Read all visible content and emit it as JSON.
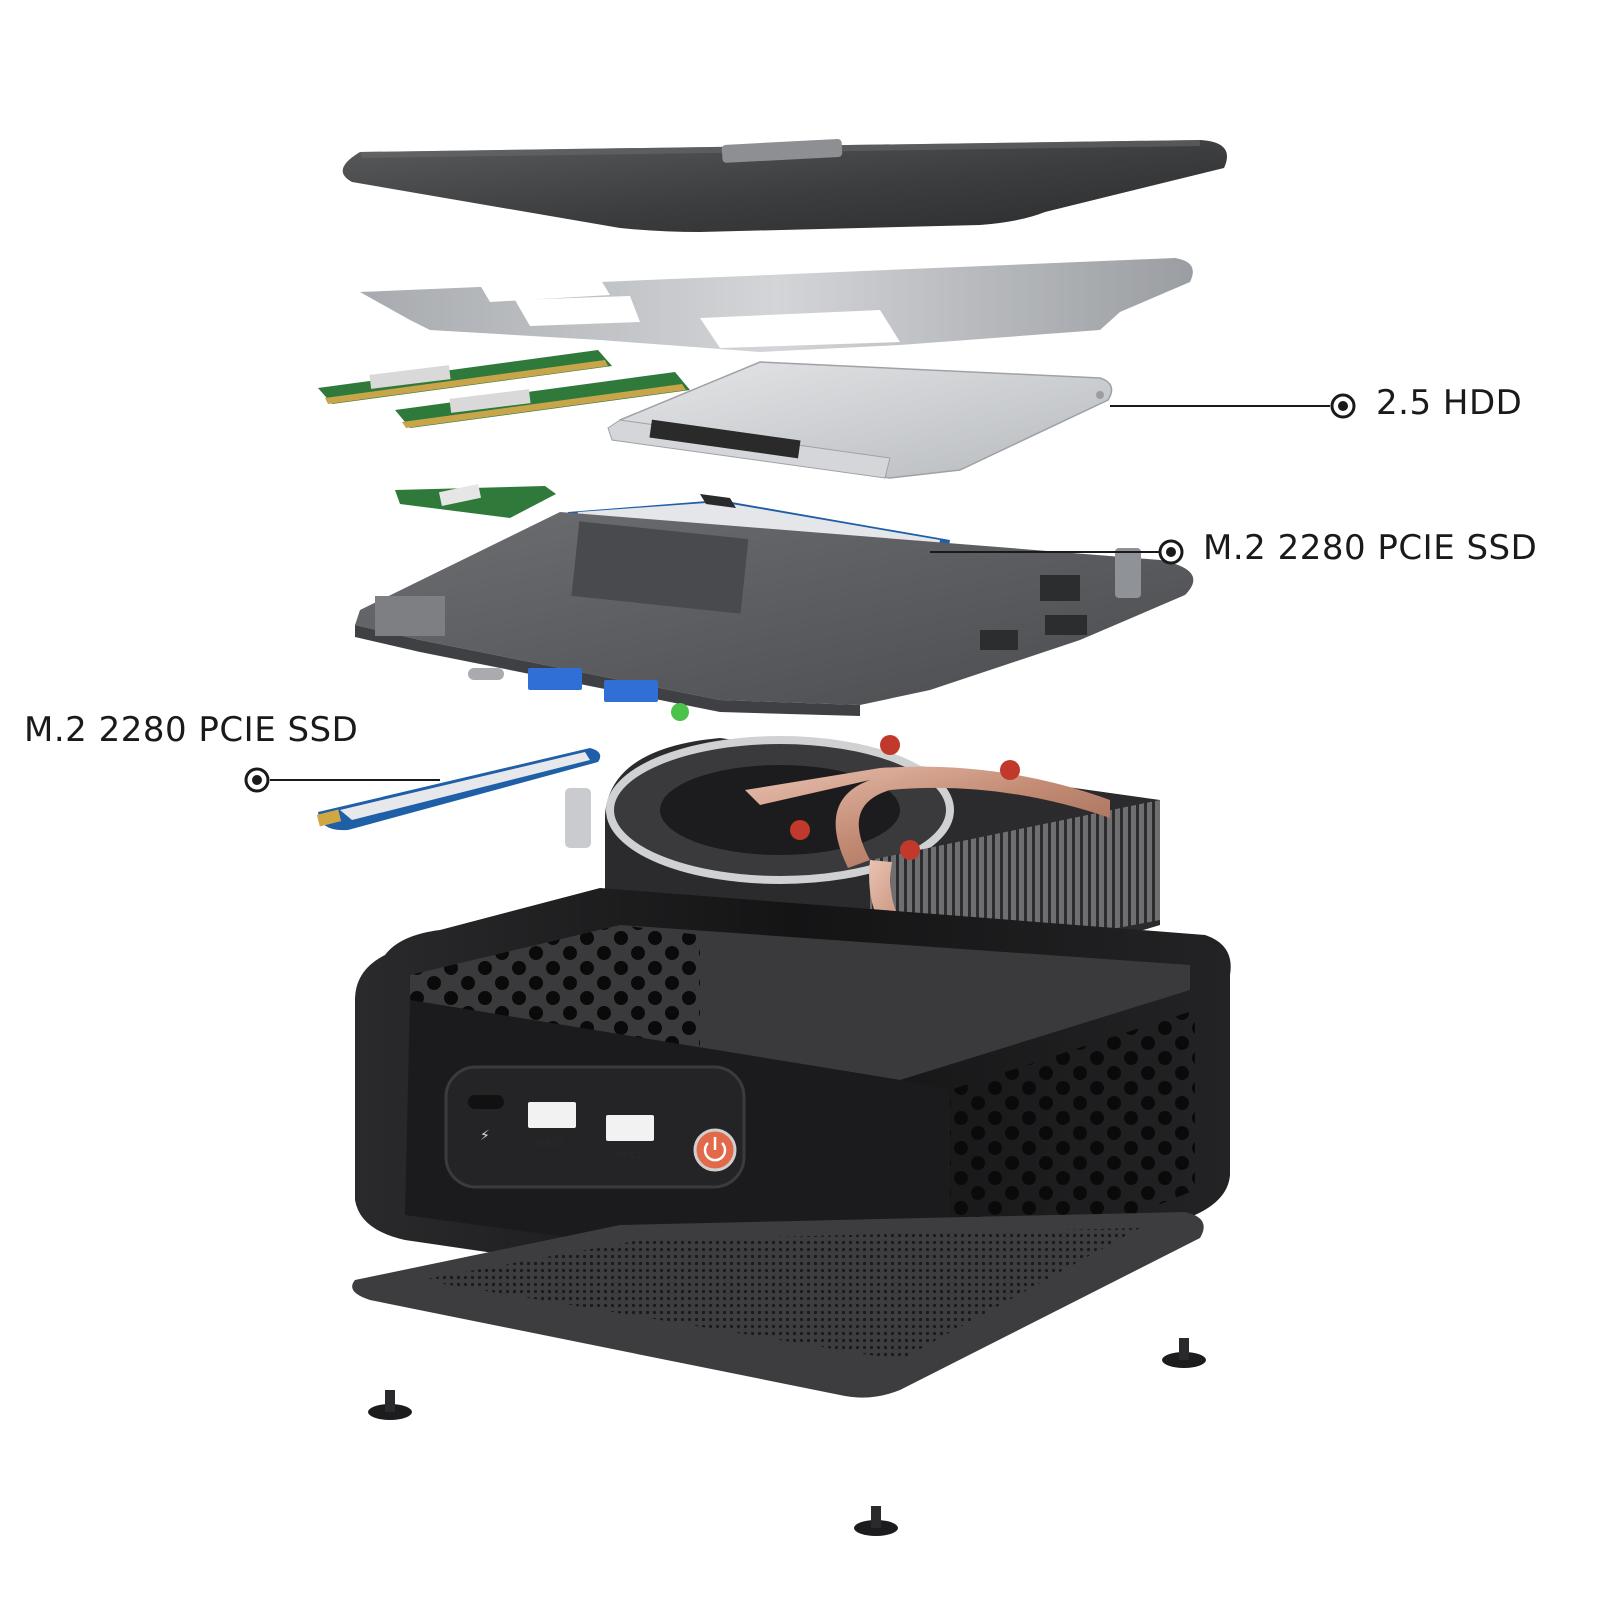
{
  "callouts": {
    "hdd": "2.5 HDD",
    "ssd_internal": "M.2 2280 PCIE SSD",
    "ssd_external": "M.2 2280 PCIE SSD"
  },
  "front_panel": {
    "usb_port_1_label": "USB3.2",
    "usb_port_2_label": "USB3.2"
  },
  "colors": {
    "background": "#ffffff",
    "chassis": "#1d1d1f",
    "lid": "#3f4042",
    "bracket": "#b9bcc0",
    "pcb": "#5a5c5f",
    "ram_pcb": "#2f7a3a",
    "ssd_pcb": "#1f5fa8",
    "copper": "#c89a86",
    "usb_blue": "#2f6fd6",
    "power_button": "#e2694a",
    "callout_text": "#1a1a1a"
  },
  "icons": [
    "target-dot-icon",
    "power-icon",
    "thunderbolt-icon",
    "screw-icon"
  ]
}
